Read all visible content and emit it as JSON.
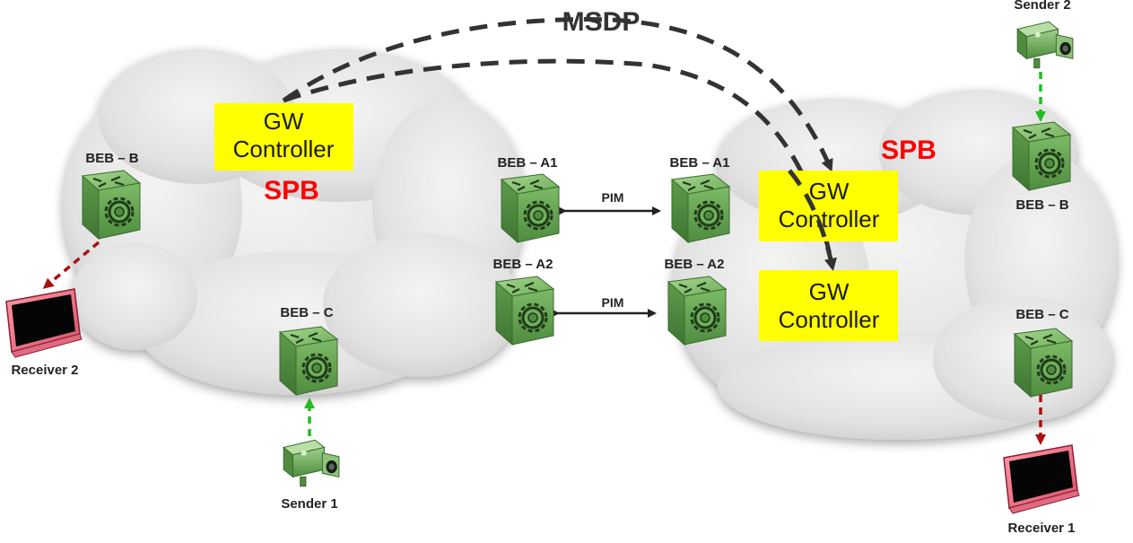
{
  "protocol_label": "MSDP",
  "clouds": [
    {
      "spb_label": "SPB"
    },
    {
      "spb_label": "SPB"
    }
  ],
  "spb_color": "#ff0000",
  "gw_box_color": "#ffff00",
  "gateways": [
    {
      "line1": "GW",
      "line2": "Controller"
    },
    {
      "line1": "GW",
      "line2": "Controller"
    },
    {
      "line1": "GW",
      "line2": "Controller"
    }
  ],
  "switches": {
    "left_beb_b": "BEB – B",
    "left_beb_c": "BEB – C",
    "left_beb_a1": "BEB – A1",
    "left_beb_a2": "BEB – A2",
    "right_beb_a1": "BEB – A1",
    "right_beb_a2": "BEB – A2",
    "right_beb_b": "BEB – B",
    "right_beb_c": "BEB – C"
  },
  "links": {
    "pim_top": "PIM",
    "pim_bottom": "PIM"
  },
  "endpoints": {
    "receiver_2": "Receiver 2",
    "receiver_1": "Receiver 1",
    "sender_1": "Sender 1",
    "sender_2": "Sender 2"
  },
  "icons": {
    "switch": "routing-switch-icon",
    "receiver": "monitor-icon",
    "sender": "camera-icon"
  },
  "flow_colors": {
    "source": "#22bb22",
    "receiver": "#aa1111"
  }
}
